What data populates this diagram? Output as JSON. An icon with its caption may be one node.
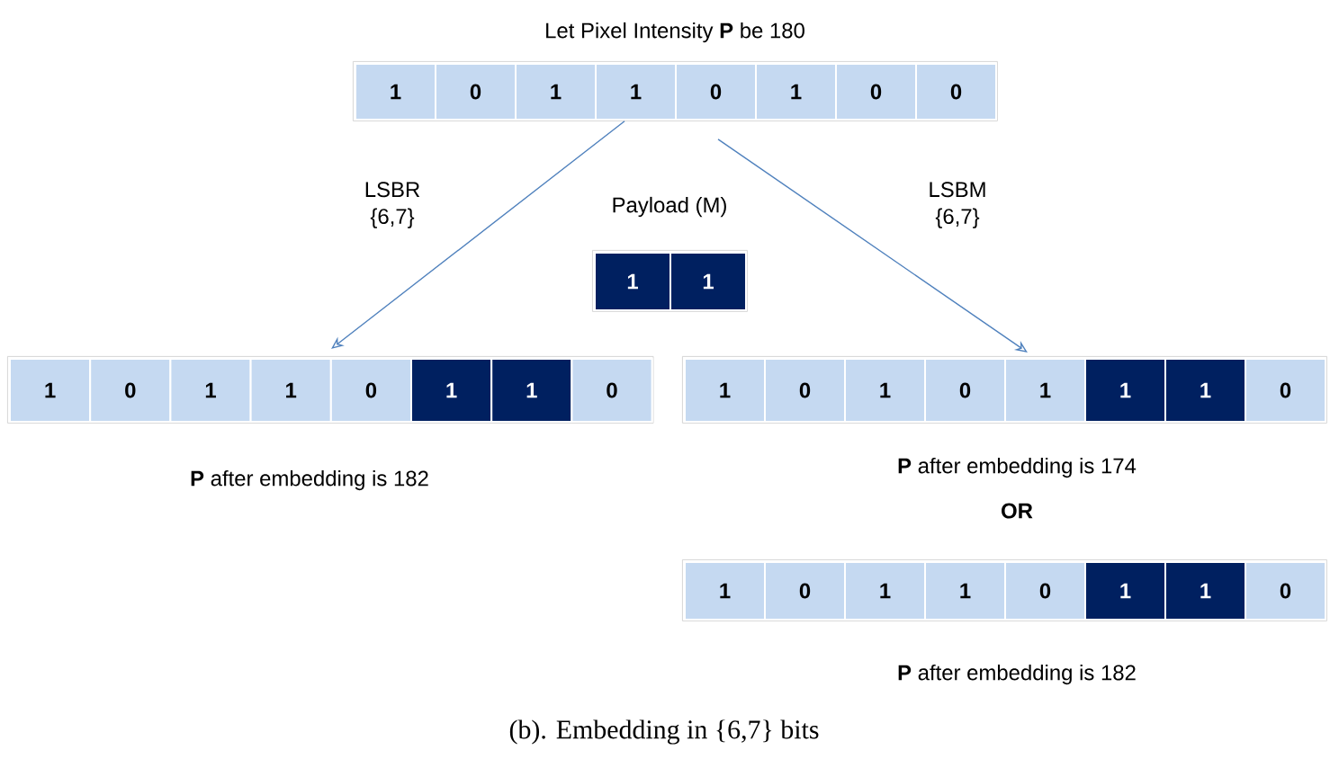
{
  "diagram": {
    "caption": "(b). Embedding in {6,7} bits",
    "nodes": [
      {
        "text": [],
        "shape": "bar",
        "beside": [
          "Let Pixel Intensity **P** be 180"
        ]
      },
      {
        "text": [
          "1"
        ],
        "in": 0
      },
      {
        "text": [
          "0"
        ],
        "in": 0
      },
      {
        "text": [
          "1"
        ],
        "in": 0
      },
      {
        "text": [
          "1"
        ],
        "in": 0
      },
      {
        "text": [
          "0"
        ],
        "in": 0
      },
      {
        "text": [
          "1"
        ],
        "in": 0
      },
      {
        "text": [
          "0"
        ],
        "in": 0
      },
      {
        "text": [
          "0"
        ],
        "in": 0
      },
      {
        "text": [],
        "shape": "bar",
        "beside": [
          "Payload (M)"
        ]
      },
      {
        "text": [
          "1"
        ],
        "in": 9
      },
      {
        "text": [
          "1"
        ],
        "in": 9
      },
      {
        "text": [],
        "shape": "bar",
        "beside": [
          "**P** after embedding is 182"
        ]
      },
      {
        "text": [
          "1"
        ],
        "in": 12
      },
      {
        "text": [
          "0"
        ],
        "in": 12
      },
      {
        "text": [
          "1"
        ],
        "in": 12
      },
      {
        "text": [
          "1"
        ],
        "in": 12
      },
      {
        "text": [
          "0"
        ],
        "in": 12
      },
      {
        "text": [
          "1"
        ],
        "in": 12
      },
      {
        "text": [
          "1"
        ],
        "in": 12
      },
      {
        "text": [
          "0"
        ],
        "in": 12
      },
      {
        "text": [],
        "shape": "bar",
        "beside": [
          "**P** after embedding is 174"
        ]
      },
      {
        "text": [
          "1"
        ],
        "in": 21
      },
      {
        "text": [
          "0"
        ],
        "in": 21
      },
      {
        "text": [
          "1"
        ],
        "in": 21
      },
      {
        "text": [
          "0"
        ],
        "in": 21
      },
      {
        "text": [
          "1"
        ],
        "in": 21
      },
      {
        "text": [
          "1"
        ],
        "in": 21
      },
      {
        "text": [
          "1"
        ],
        "in": 21
      },
      {
        "text": [
          "0"
        ],
        "in": 21
      },
      {
        "text": [],
        "shape": "bar",
        "beside": [
          "**P** after embedding is 182"
        ]
      },
      {
        "text": [
          "1"
        ],
        "in": 30
      },
      {
        "text": [
          "0"
        ],
        "in": 30
      },
      {
        "text": [
          "1"
        ],
        "in": 30
      },
      {
        "text": [
          "1"
        ],
        "in": 30
      },
      {
        "text": [
          "0"
        ],
        "in": 30
      },
      {
        "text": [
          "1"
        ],
        "in": 30
      },
      {
        "text": [
          "1"
        ],
        "in": 30
      },
      {
        "text": [
          "0"
        ],
        "in": 30
      }
    ],
    "edges": [
      {
        "from": 0,
        "to": 12,
        "arrow": "to",
        "label": "LSBR {6,7}"
      },
      {
        "from": 0,
        "to": 21,
        "arrow": "to",
        "label": "LSBM {6,7}"
      }
    ],
    "labels": [
      "OR"
    ]
  }
}
